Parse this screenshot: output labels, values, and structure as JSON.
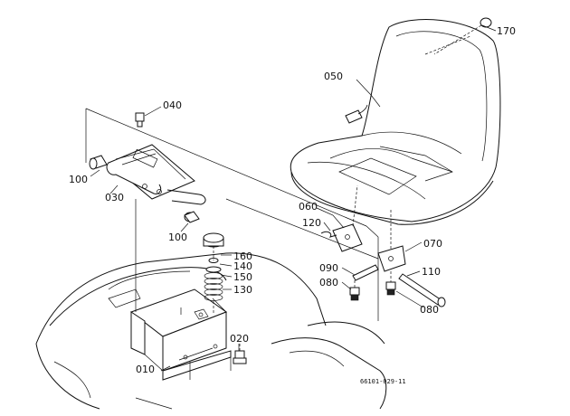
{
  "labels": {
    "p010": "010",
    "p020": "020",
    "p030": "030",
    "p040": "040",
    "p050": "050",
    "p060": "060",
    "p070": "070",
    "p080a": "080",
    "p080b": "080",
    "p090": "090",
    "p100a": "100",
    "p100b": "100",
    "p110": "110",
    "p120": "120",
    "p130": "130",
    "p140": "140",
    "p150": "150",
    "p160": "160",
    "p170": "170"
  },
  "figure_code": "66101-029-11",
  "colors": {
    "line": "#111111",
    "background": "#ffffff"
  }
}
